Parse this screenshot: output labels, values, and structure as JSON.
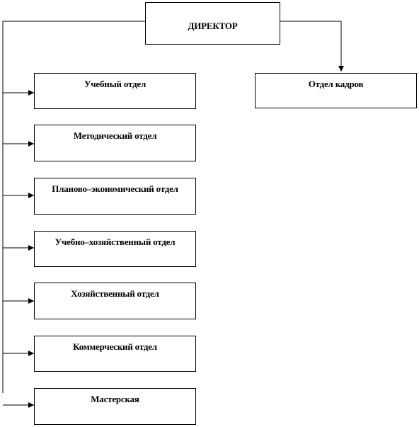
{
  "org_chart": {
    "director": "ДИРЕКТОР",
    "hr": "Отдел кадров",
    "departments": [
      "Учебный отдел",
      "Методический отдел",
      "Планово–экономический отдел",
      "Учебно–хозяйственный отдел",
      "Хозяйственный отдел",
      "Коммерческий отдел",
      "Мастерская"
    ]
  }
}
